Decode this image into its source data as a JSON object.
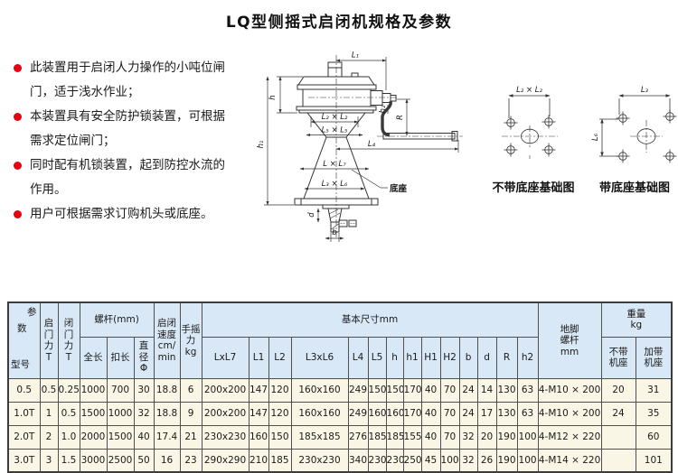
{
  "title": "LQ型侧摇式启闭机规格及参数",
  "bullets": {
    "items": [
      "此装置用于启闭人力操作的小吨位闸\n门，适于浅水作业；",
      "本装置具有安全防护锁装置，可根据\n需求定位闸门；",
      "同时配有机锁装置，起到防控水流的\n作用。",
      "用户可根据需求订购机头或底座。"
    ]
  },
  "drawing": {
    "labels": {
      "l1": "L₁",
      "h": "h",
      "h1": "h₁",
      "l2l2": "L₂ × L₂",
      "l5l5": "L₅ × L₅",
      "ll7": "L × L₇",
      "l3l6": "L₃ × L₆",
      "l4": "L₄",
      "r": "R",
      "h2": "h₂",
      "d": "d",
      "b": "b",
      "base": "底座"
    },
    "foundation": {
      "no_base_dim": "L₂ × L₂",
      "with_base_dim_top": "L₃",
      "with_base_dim_side": "L₆",
      "no_base_caption": "不带底座基础图",
      "with_base_caption": "带底座基础图"
    }
  },
  "table": {
    "header": {
      "corner_param": "参数",
      "corner_model": "型号",
      "open_force": "启\n门\n力\nT",
      "close_force": "闭\n门\n力\nT",
      "screw_group": "螺杆(mm)",
      "full_length": "全长",
      "buckle_length": "扣长",
      "diameter": "直\n径\nΦ",
      "speed": "启闭\n速度\ncm/\nmin",
      "hand_force": "手摇\n力\nkg",
      "dims_group": "基本尺寸mm",
      "dim_cols": [
        "LxL7",
        "L1",
        "L2",
        "L3xL6",
        "L4",
        "L5",
        "h",
        "h1",
        "H1",
        "H2",
        "b",
        "d",
        "R",
        "h2"
      ],
      "anchor": "地脚\n螺杆\nmm",
      "weight_group": "重量\nkg",
      "weight_without": "不带\n机座",
      "weight_with": "加带\n机座"
    },
    "rows": [
      [
        "0.5",
        "0.5",
        "0.25",
        "1000",
        "700",
        "30",
        "18.8",
        "6",
        "200x200",
        "147",
        "120",
        "160x160",
        "249",
        "150",
        "150",
        "170",
        "40",
        "70",
        "24",
        "14",
        "130",
        "63",
        "4-M10 × 200",
        "20",
        "31"
      ],
      [
        "1.0T",
        "1",
        "0.5",
        "1500",
        "1000",
        "32",
        "18.8",
        "9",
        "200x200",
        "147",
        "120",
        "160x160",
        "249",
        "160",
        "160",
        "170",
        "40",
        "70",
        "24",
        "17",
        "130",
        "63",
        "4-M10 × 200",
        "24",
        "35"
      ],
      [
        "2.0T",
        "2",
        "1.0",
        "2000",
        "1500",
        "40",
        "17.4",
        "21",
        "230x230",
        "160",
        "150",
        "185x185",
        "276",
        "185",
        "185",
        "155",
        "40",
        "70",
        "32",
        "20",
        "190",
        "100",
        "4-M12 × 220",
        "",
        "60"
      ],
      [
        "3.0T",
        "3",
        "1.5",
        "3000",
        "2500",
        "50",
        "16",
        "23",
        "290x290",
        "210",
        "185",
        "230x230",
        "340",
        "230",
        "230",
        "250",
        "45",
        "100",
        "32",
        "26",
        "190",
        "100",
        "4-M14 × 220",
        "",
        "101"
      ]
    ]
  },
  "colors": {
    "bullet_red": "#e60012",
    "header_bg": "#d9e8f6",
    "row_bg": "#faf6e6",
    "line": "#4f4f4f"
  }
}
